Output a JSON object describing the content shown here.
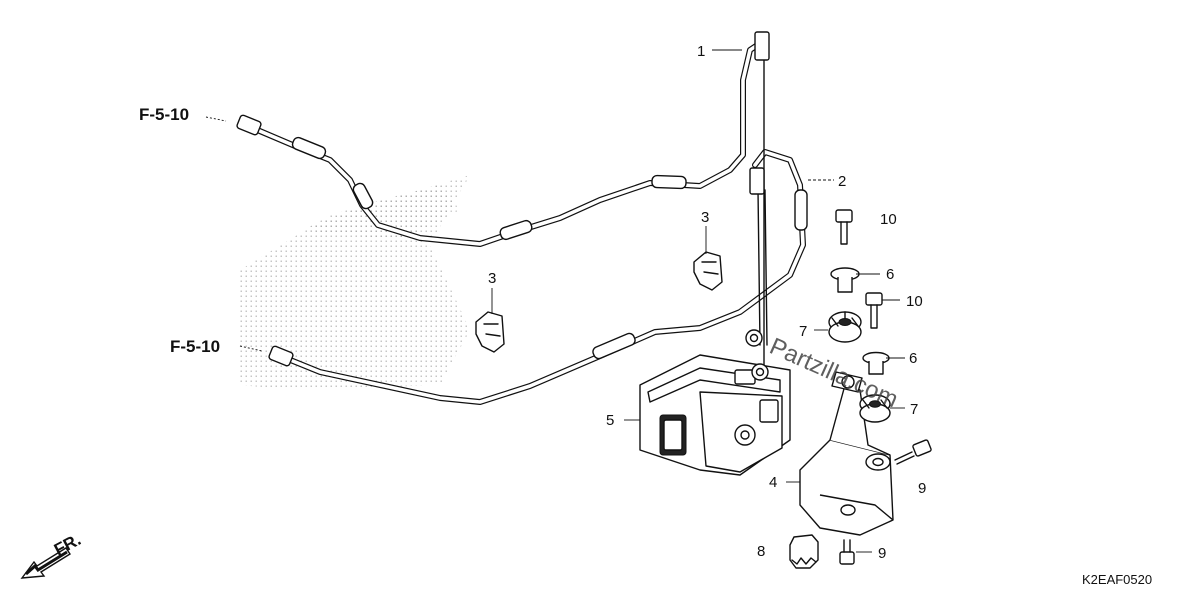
{
  "diagram": {
    "refs": {
      "upper": "F-5-10",
      "lower": "F-5-10"
    },
    "callouts": {
      "c1": "1",
      "c2": "2",
      "c3a": "3",
      "c3b": "3",
      "c4": "4",
      "c5": "5",
      "c6a": "6",
      "c6b": "6",
      "c7a": "7",
      "c7b": "7",
      "c8": "8",
      "c9a": "9",
      "c9b": "9",
      "c10a": "10",
      "c10b": "10"
    },
    "direction_label": "FR.",
    "watermark": "Partzilla.com",
    "drawing_code": "K2EAF0520"
  }
}
